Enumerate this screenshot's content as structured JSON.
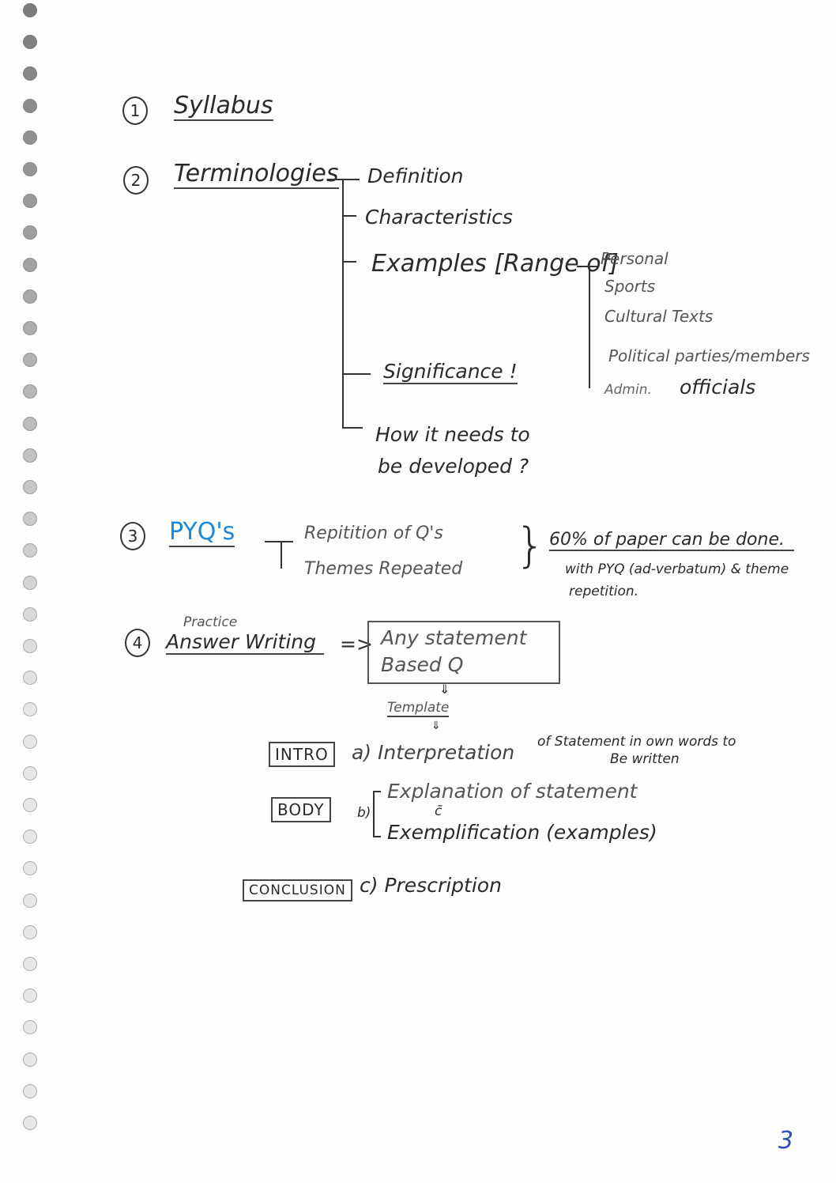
{
  "sections": {
    "s1": {
      "number": "1",
      "title": "Syllabus"
    },
    "s2": {
      "number": "2",
      "title": "Terminologies",
      "branches": [
        "Definition",
        "Characteristics",
        "Examples [Range of]",
        "Significance !",
        "How it needs to",
        "be developed ?"
      ],
      "examples": [
        "Personal",
        "Sports",
        "Cultural Texts",
        "Political parties/members",
        "Admin.",
        "officials"
      ]
    },
    "s3": {
      "number": "3",
      "title": "PYQ's",
      "title_color": "#1e88d8",
      "points": [
        "Repitition of Q's",
        "Themes Repeated"
      ],
      "note_main": "60% of paper can be done.",
      "note_sub1": "with PYQ (ad-verbatum) & theme",
      "note_sub2": "repetition."
    },
    "s4": {
      "number": "4",
      "prefix": "Practice",
      "title": "Answer Writing",
      "arrow": "=>",
      "box_line1": "Any statement",
      "box_line2": "Based Q",
      "template": "Template",
      "intro_label": "INTRO",
      "intro_text": "a) Interpretation",
      "intro_note1": "of Statement in own words to",
      "intro_note2": "Be written",
      "body_label": "BODY",
      "body_marker": "b)",
      "body_line1": "Explanation of statement",
      "body_with": "c̄",
      "body_line2": "Exemplification (examples)",
      "conclusion_label": "CONCLUSION",
      "conclusion_text": "c) Prescription"
    }
  },
  "page_number": "3"
}
